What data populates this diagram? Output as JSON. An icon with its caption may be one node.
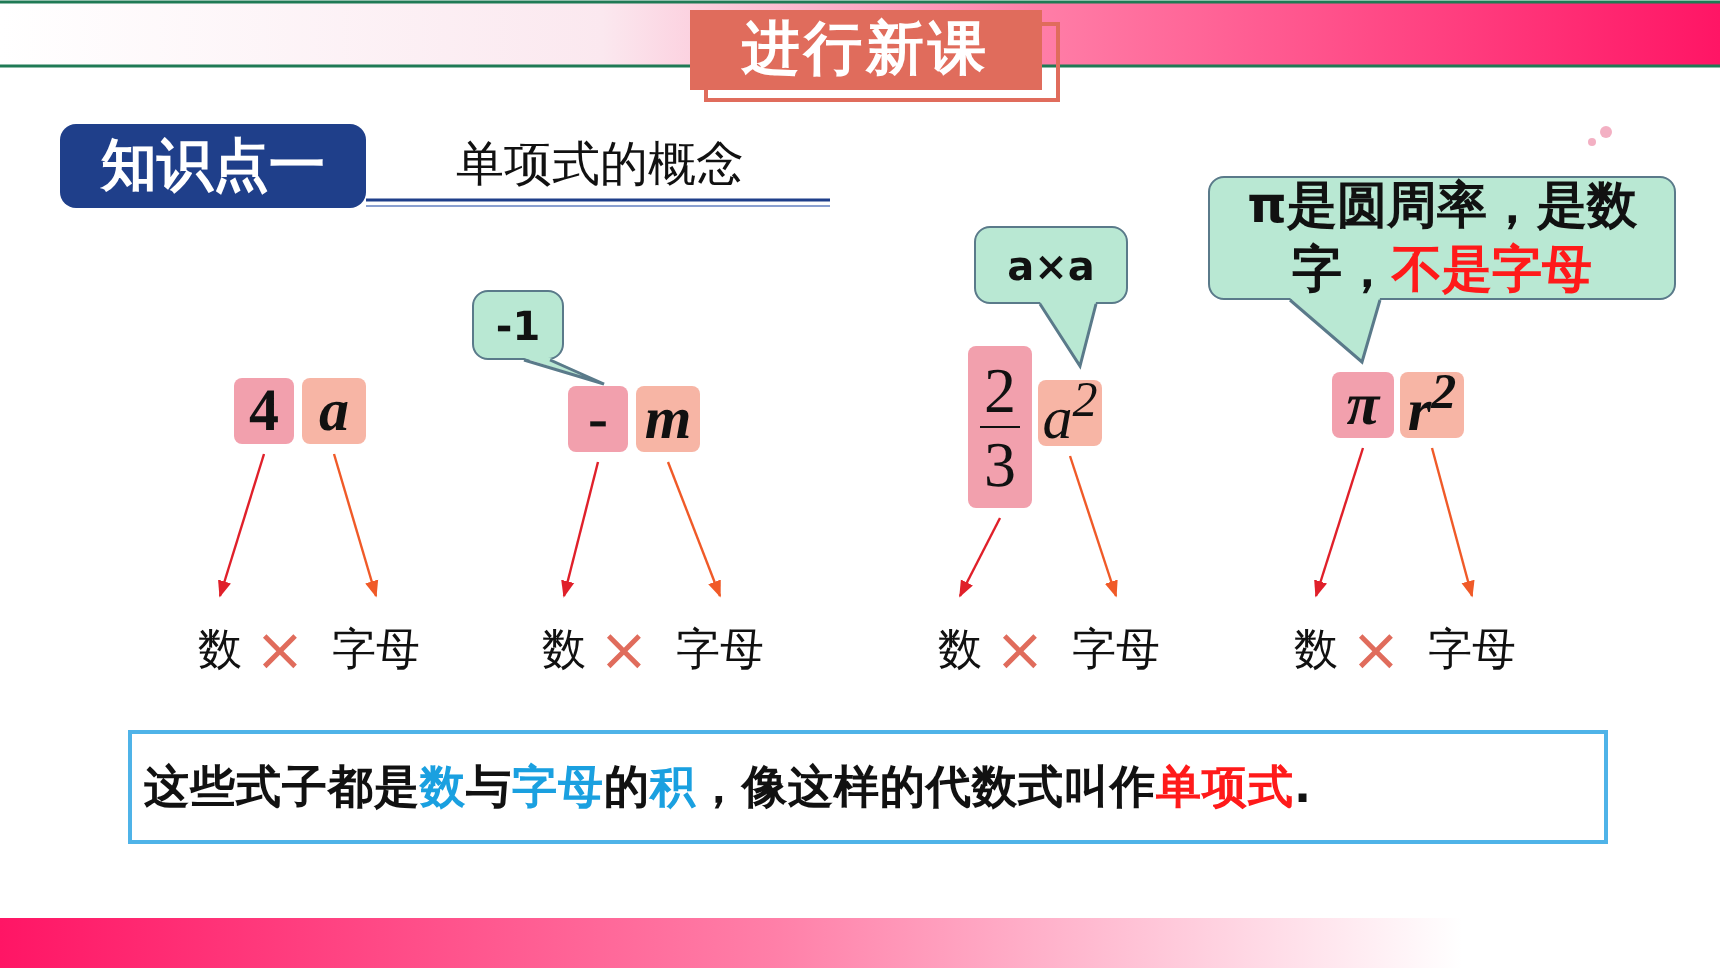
{
  "diagram": {
    "title": "进行新课",
    "nodes": [
      {
        "text": [
          "-1"
        ]
      },
      {
        "text": [
          "4"
        ]
      },
      {
        "text": [
          "a"
        ]
      },
      {
        "text": [
          "数"
        ]
      },
      {
        "text": [
          "字母"
        ]
      },
      {
        "text": [
          "-"
        ]
      },
      {
        "text": [
          "m"
        ]
      },
      {
        "text": [
          "数"
        ]
      },
      {
        "text": [
          "字母"
        ]
      },
      {
        "text": [
          "a×a"
        ]
      },
      {
        "text": [
          "2",
          "3"
        ]
      },
      {
        "text": [
          "a$^{2}$"
        ]
      },
      {
        "text": [
          "数"
        ]
      },
      {
        "text": [
          "字母"
        ]
      },
      {
        "text": [
          "π是圆周率，是数字，",
          "不是字母"
        ]
      },
      {
        "text": [
          "π"
        ]
      },
      {
        "text": [
          "r$^{2}$"
        ]
      },
      {
        "text": [
          "数"
        ]
      },
      {
        "text": [
          "字母"
        ]
      },
      {
        "text": [
          "这些式子都是",
          "数",
          "与",
          "字母",
          "的",
          "积",
          "，像这样的代数式叫作",
          "单项式",
          "."
        ]
      }
    ],
    "edges": [
      {
        "from": 1,
        "to": 3,
        "arrow": "to",
        "color": "#e0202a"
      },
      {
        "from": 2,
        "to": 4,
        "arrow": "to",
        "color": "#f05a28"
      },
      {
        "from": 5,
        "to": 7,
        "arrow": "to",
        "color": "#e0202a"
      },
      {
        "from": 6,
        "to": 8,
        "arrow": "to",
        "color": "#f05a28"
      },
      {
        "from": 10,
        "to": 12,
        "arrow": "to",
        "color": "#e0202a"
      },
      {
        "from": 11,
        "to": 13,
        "arrow": "to",
        "color": "#f05a28"
      },
      {
        "from": 15,
        "to": 17,
        "arrow": "to",
        "color": "#e0202a"
      },
      {
        "from": 16,
        "to": 18,
        "arrow": "to",
        "color": "#f05a28"
      }
    ],
    "labels": [
      "知识点一",
      "单项式的概念",
      "×",
      "×",
      "×",
      "×"
    ]
  }
}
